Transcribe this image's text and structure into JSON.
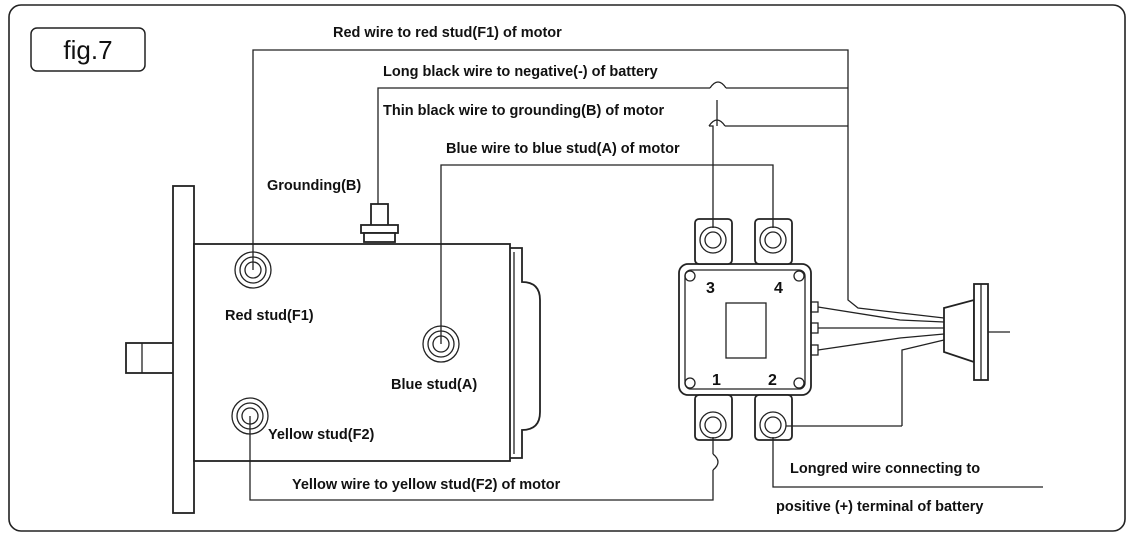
{
  "figure_label": "fig.7",
  "labels": {
    "red_wire": "Red wire to red stud(F1) of motor",
    "long_black_wire": "Long black wire to negative(-) of battery",
    "thin_black_wire": "Thin black wire to grounding(B) of motor",
    "blue_wire": "Blue wire to blue stud(A) of motor",
    "grounding": "Grounding(B)",
    "red_stud": "Red stud(F1)",
    "blue_stud": "Blue stud(A)",
    "yellow_stud": "Yellow stud(F2)",
    "yellow_wire": "Yellow wire to yellow stud(F2) of motor",
    "long_red_wire_1": "Longred wire connecting to",
    "long_red_wire_2": "positive (+) terminal of battery"
  },
  "terminal_numbers": {
    "t3": "3",
    "t4": "4",
    "t1": "1",
    "t2": "2"
  }
}
